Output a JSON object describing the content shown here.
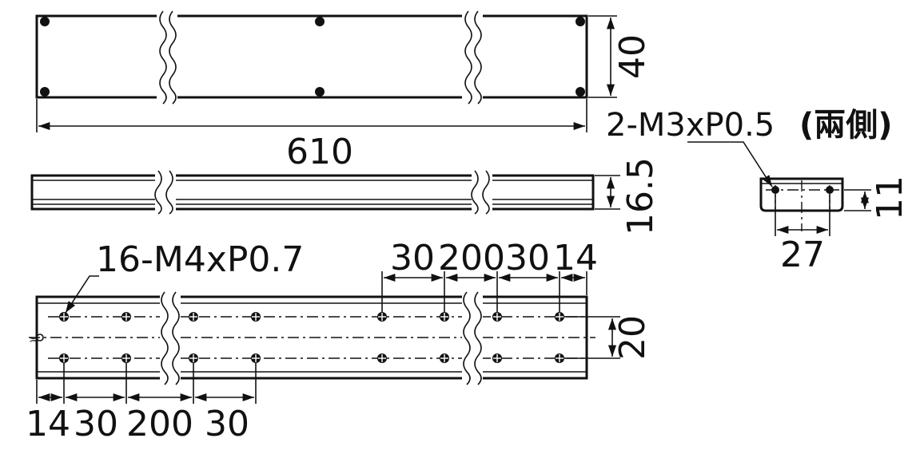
{
  "top_view": {
    "length_label": "610",
    "height_label": "40"
  },
  "side_view": {
    "height_label": "16.5"
  },
  "bottom_view": {
    "hole_callout": "16-M4xP0.7",
    "height_label": "20",
    "left_dims": [
      "14",
      "30",
      "200",
      "30"
    ],
    "right_dims": [
      "30",
      "200",
      "30",
      "14"
    ]
  },
  "end_view": {
    "thread_callout": "2-M3xP0.5",
    "thread_note": "(兩側)",
    "height_label": "11",
    "width_label": "27"
  }
}
